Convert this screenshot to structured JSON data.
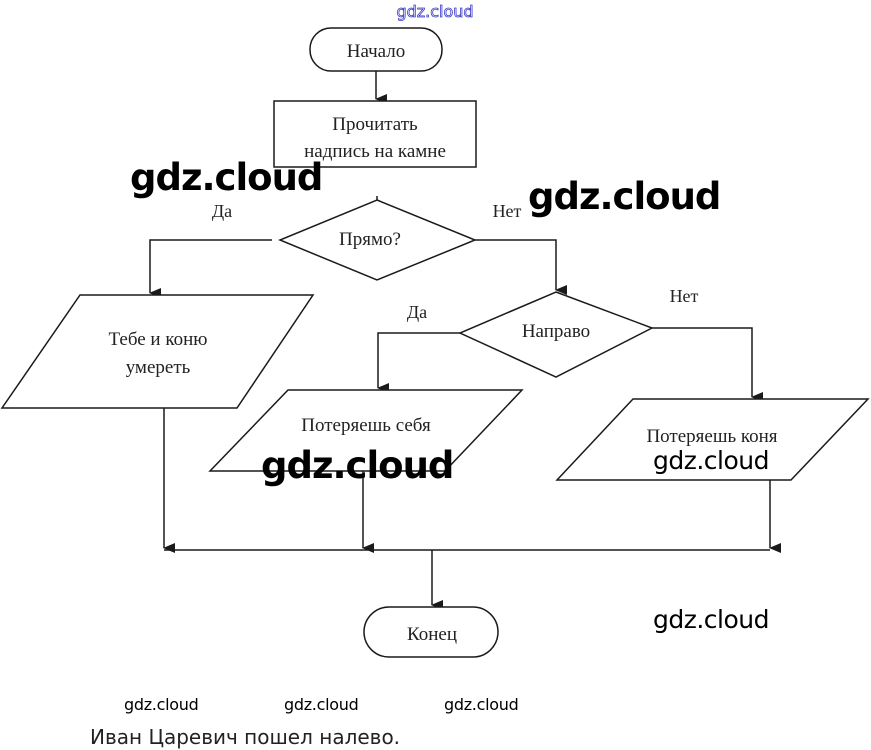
{
  "flowchart": {
    "start": {
      "label": "Начало"
    },
    "read": {
      "line1": "Прочитать",
      "line2": "надпись на камне"
    },
    "decision1": {
      "label": "Прямо?",
      "yes_label": "Да",
      "no_label": "Нет"
    },
    "decision2": {
      "label": "Направо",
      "yes_label": "Да",
      "no_label": "Нет"
    },
    "output1": {
      "line1": "Тебе и коню",
      "line2": "умереть"
    },
    "output2": {
      "label": "Потеряешь себя"
    },
    "output3": {
      "label": "Потеряешь коня"
    },
    "end": {
      "label": "Конец"
    }
  },
  "answer": "Иван Царевич пошел налево.",
  "watermarks": {
    "top": "gdz.cloud",
    "big_left": "gdz.cloud",
    "big_right": "gdz.cloud",
    "big_center": "gdz.cloud",
    "mid_right_box": "gdz.cloud",
    "mid_bottom_right": "gdz.cloud",
    "small_1": "gdz.cloud",
    "small_2": "gdz.cloud",
    "small_3": "gdz.cloud"
  },
  "colors": {
    "line": "#1a1a1a",
    "watermark_top": "#3b3bc8"
  }
}
